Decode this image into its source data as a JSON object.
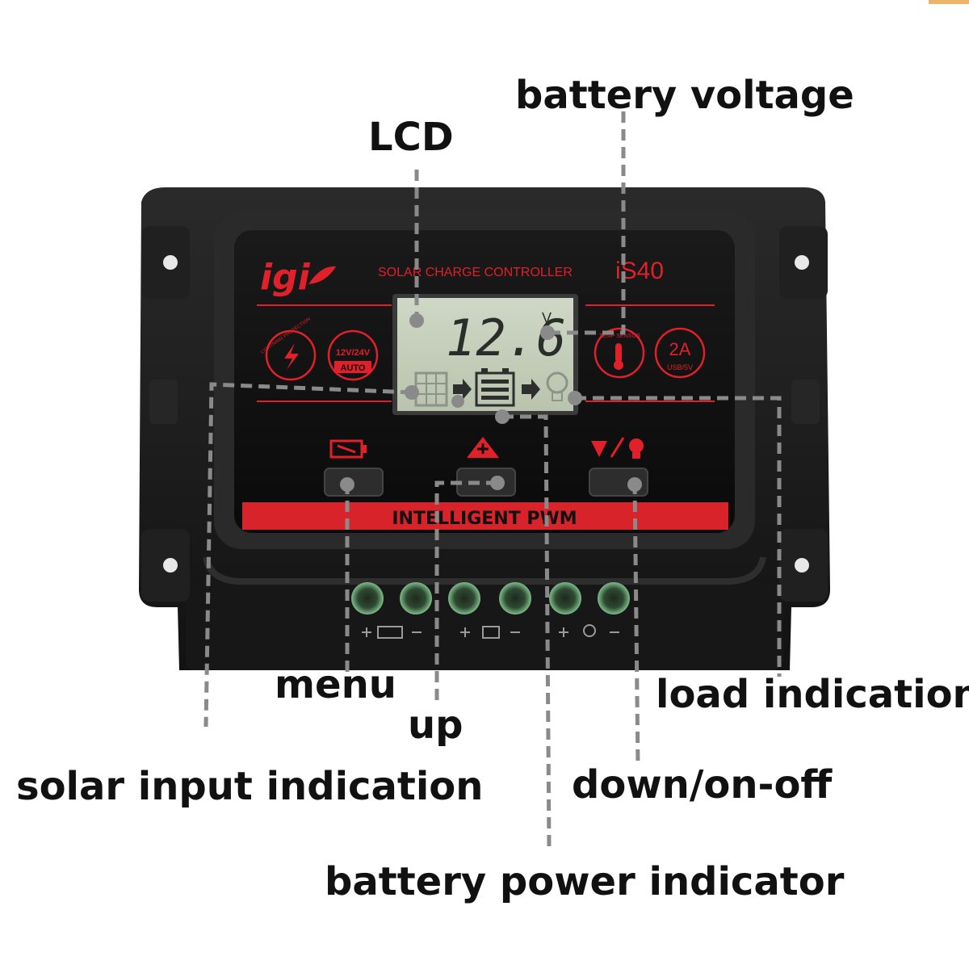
{
  "device": {
    "brand": "igi",
    "title": "SOLAR CHARGE CONTROLLER",
    "model": "iS40",
    "lcd_reading": "12.6",
    "lcd_unit": "V",
    "badges": {
      "lightning": "LIGHTNING PROTECTION",
      "voltage_top": "12V/24V",
      "voltage_bottom": "AUTO",
      "temp": "TEMP SENSOR",
      "usb_top": "2A",
      "usb_bottom": "USB/5V"
    },
    "strip_label": "INTELLIGENT PWM",
    "buttons": [
      "menu-button",
      "up-button",
      "down-button"
    ]
  },
  "callouts": {
    "lcd": "LCD",
    "battery_voltage": "battery voltage",
    "menu": "menu",
    "up": "up",
    "load_indication": "load indication",
    "solar_input_indication": "solar input indication",
    "down_on_off": "down/on-off",
    "battery_power_indicator": "battery power indicator"
  },
  "colors": {
    "accent_red": "#e0202a",
    "lcd_green": "#c9d2bf",
    "body": "#1c1c1c",
    "leader_line": "#8a8a8a"
  }
}
